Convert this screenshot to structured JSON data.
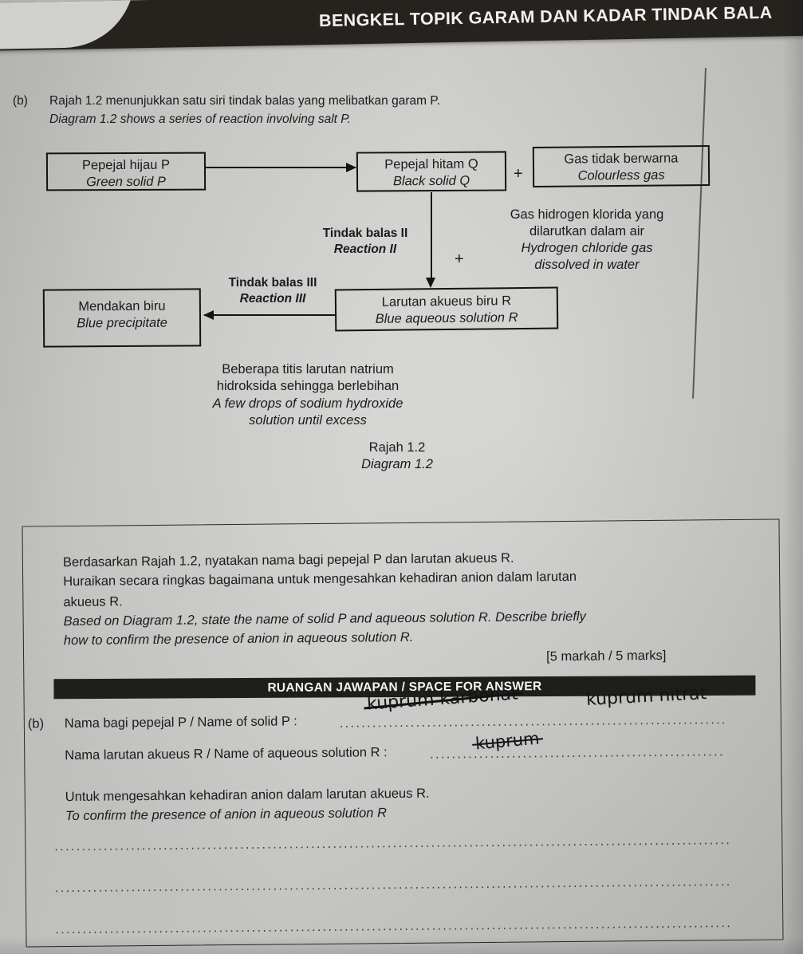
{
  "banner": {
    "title": "BENGKEL TOPIK GARAM DAN KADAR TINDAK BALA"
  },
  "question": {
    "label": "(b)",
    "malay": "Rajah 1.2 menunjukkan satu siri tindak balas yang melibatkan garam P.",
    "english": "Diagram 1.2 shows a series of reaction involving salt P."
  },
  "diagram": {
    "caption_malay": "Rajah 1.2",
    "caption_english": "Diagram 1.2",
    "boxes": {
      "solid_p": {
        "malay": "Pepejal hijau P",
        "english": "Green solid P"
      },
      "solid_q": {
        "malay": "Pepejal hitam Q",
        "english": "Black solid Q"
      },
      "gas": {
        "malay": "Gas tidak berwarna",
        "english": "Colourless gas"
      },
      "solution_r": {
        "malay": "Larutan akueus biru R",
        "english": "Blue aqueous solution R"
      },
      "precipitate": {
        "malay": "Mendakan biru",
        "english": "Blue precipitate"
      }
    },
    "reaction_2": {
      "malay": "Tindak balas II",
      "english": "Reaction II"
    },
    "reaction_3": {
      "malay": "Tindak balas III",
      "english": "Reaction III"
    },
    "hcl_note": {
      "malay_line1": "Gas hidrogen klorida yang",
      "malay_line2": "dilarutkan dalam air",
      "english_line1": "Hydrogen chloride gas",
      "english_line2": "dissolved in water"
    },
    "naoh_note": {
      "malay_line1": "Beberapa titis larutan natrium",
      "malay_line2": "hidroksida sehingga berlebihan",
      "english_line1": "A few drops of sodium hydroxide",
      "english_line2": "solution until excess"
    },
    "plus_symbol": "+"
  },
  "task": {
    "malay_line1": "Berdasarkan Rajah 1.2, nyatakan nama bagi pepejal P dan larutan akueus R.",
    "malay_line2": "Huraikan secara ringkas bagaimana untuk mengesahkan kehadiran anion dalam larutan",
    "malay_line3": "akueus R.",
    "english_line1": "Based on Diagram 1.2, state the name of solid P and aqueous solution R. Describe briefly",
    "english_line2": "how to confirm the presence of anion in aqueous solution R.",
    "marks": "[5 markah / 5 marks]"
  },
  "answer_section": {
    "header": "RUANGAN JAWAPAN / SPACE FOR ANSWER",
    "part_label": "(b)",
    "field_1_label": "Nama bagi pepejal P / Name of solid P :",
    "field_2_label": "Nama larutan akueus R / Name of aqueous solution R :",
    "prompt_malay": "Untuk mengesahkan kehadiran anion dalam larutan akueus R.",
    "prompt_english": "To confirm the presence of anion in aqueous solution R",
    "handwriting": {
      "field_1_crossed_out": "kuprum karbonat",
      "field_1_value": "kuprum nitrat",
      "field_2_crossed_out": "kuprum"
    },
    "dot_leader": "............................................................................................................................................."
  },
  "colors": {
    "paper": "#cfcfcd",
    "ink": "#15130f",
    "banner": "#26231f",
    "bar": "#201e1b"
  }
}
